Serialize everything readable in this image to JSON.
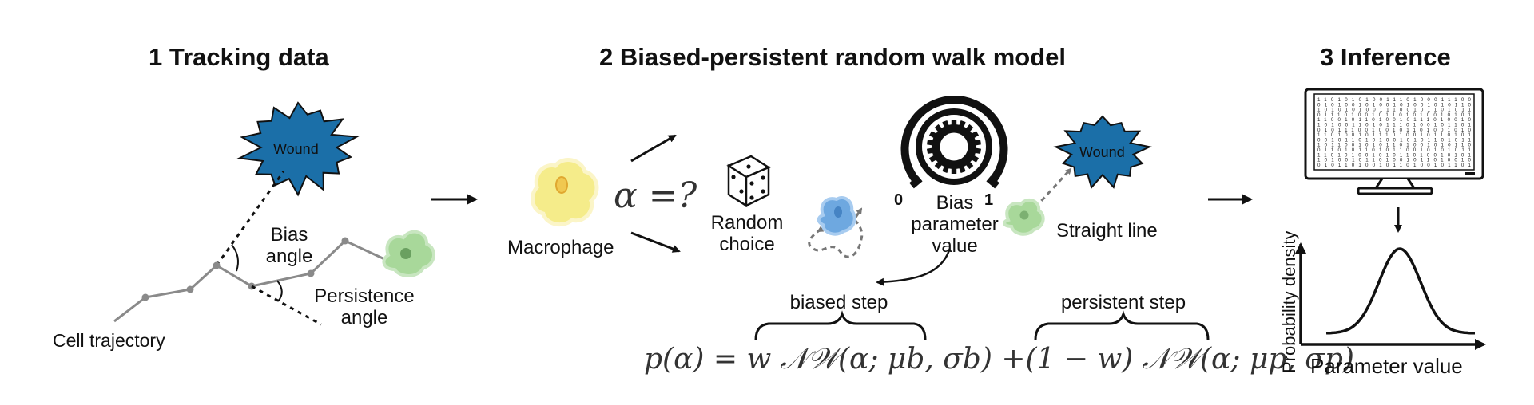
{
  "panels": {
    "p1_title": "1 Tracking data",
    "p2_title": "2 Biased-persistent random walk model",
    "p3_title": "3 Inference"
  },
  "tracking": {
    "wound": "Wound",
    "bias_angle": "Bias\nangle",
    "persistence_angle": "Persistence\nangle",
    "cell_trajectory": "Cell trajectory"
  },
  "model": {
    "macrophage": "Macrophage",
    "alpha_query": "α =?",
    "random_choice": "Random\nchoice",
    "bias_param": "Bias\nparameter\nvalue",
    "dial_min": "0",
    "dial_max": "1",
    "wound": "Wound",
    "straight_line": "Straight line",
    "biased_step": "biased step",
    "persistent_step": "persistent step",
    "equation": "p(α) = w 𝒩𝒲(α; μb, σb) +(1 − w) 𝒩𝒲(α; μp, σp)"
  },
  "inference": {
    "y_axis": "Probability density",
    "x_axis": "Parameter value",
    "binary_rows": [
      "11010101001110100011100",
      "01010010100101001010110",
      "10101010011100101101011",
      "01110100101101010010101",
      "11001011010010111010010",
      "10100110101110100101101",
      "01011100100101101001010",
      "11010010111010010110101",
      "00101101010010101101011",
      "10110010101101001010110",
      "01101011010110010101011",
      "11010100101011010010101",
      "10100101101001011010010",
      "01011010010110100101101"
    ]
  },
  "colors": {
    "wound_fill": "#1b6fa8",
    "macrophage_fill": "#f5ec8a",
    "macrophage_nucleus": "#f0c850",
    "cell_blue": "#6ea8e0",
    "cell_green": "#a8d89a",
    "cell_green_nucleus": "#6aa060",
    "trajectory": "#8a8a8a"
  }
}
